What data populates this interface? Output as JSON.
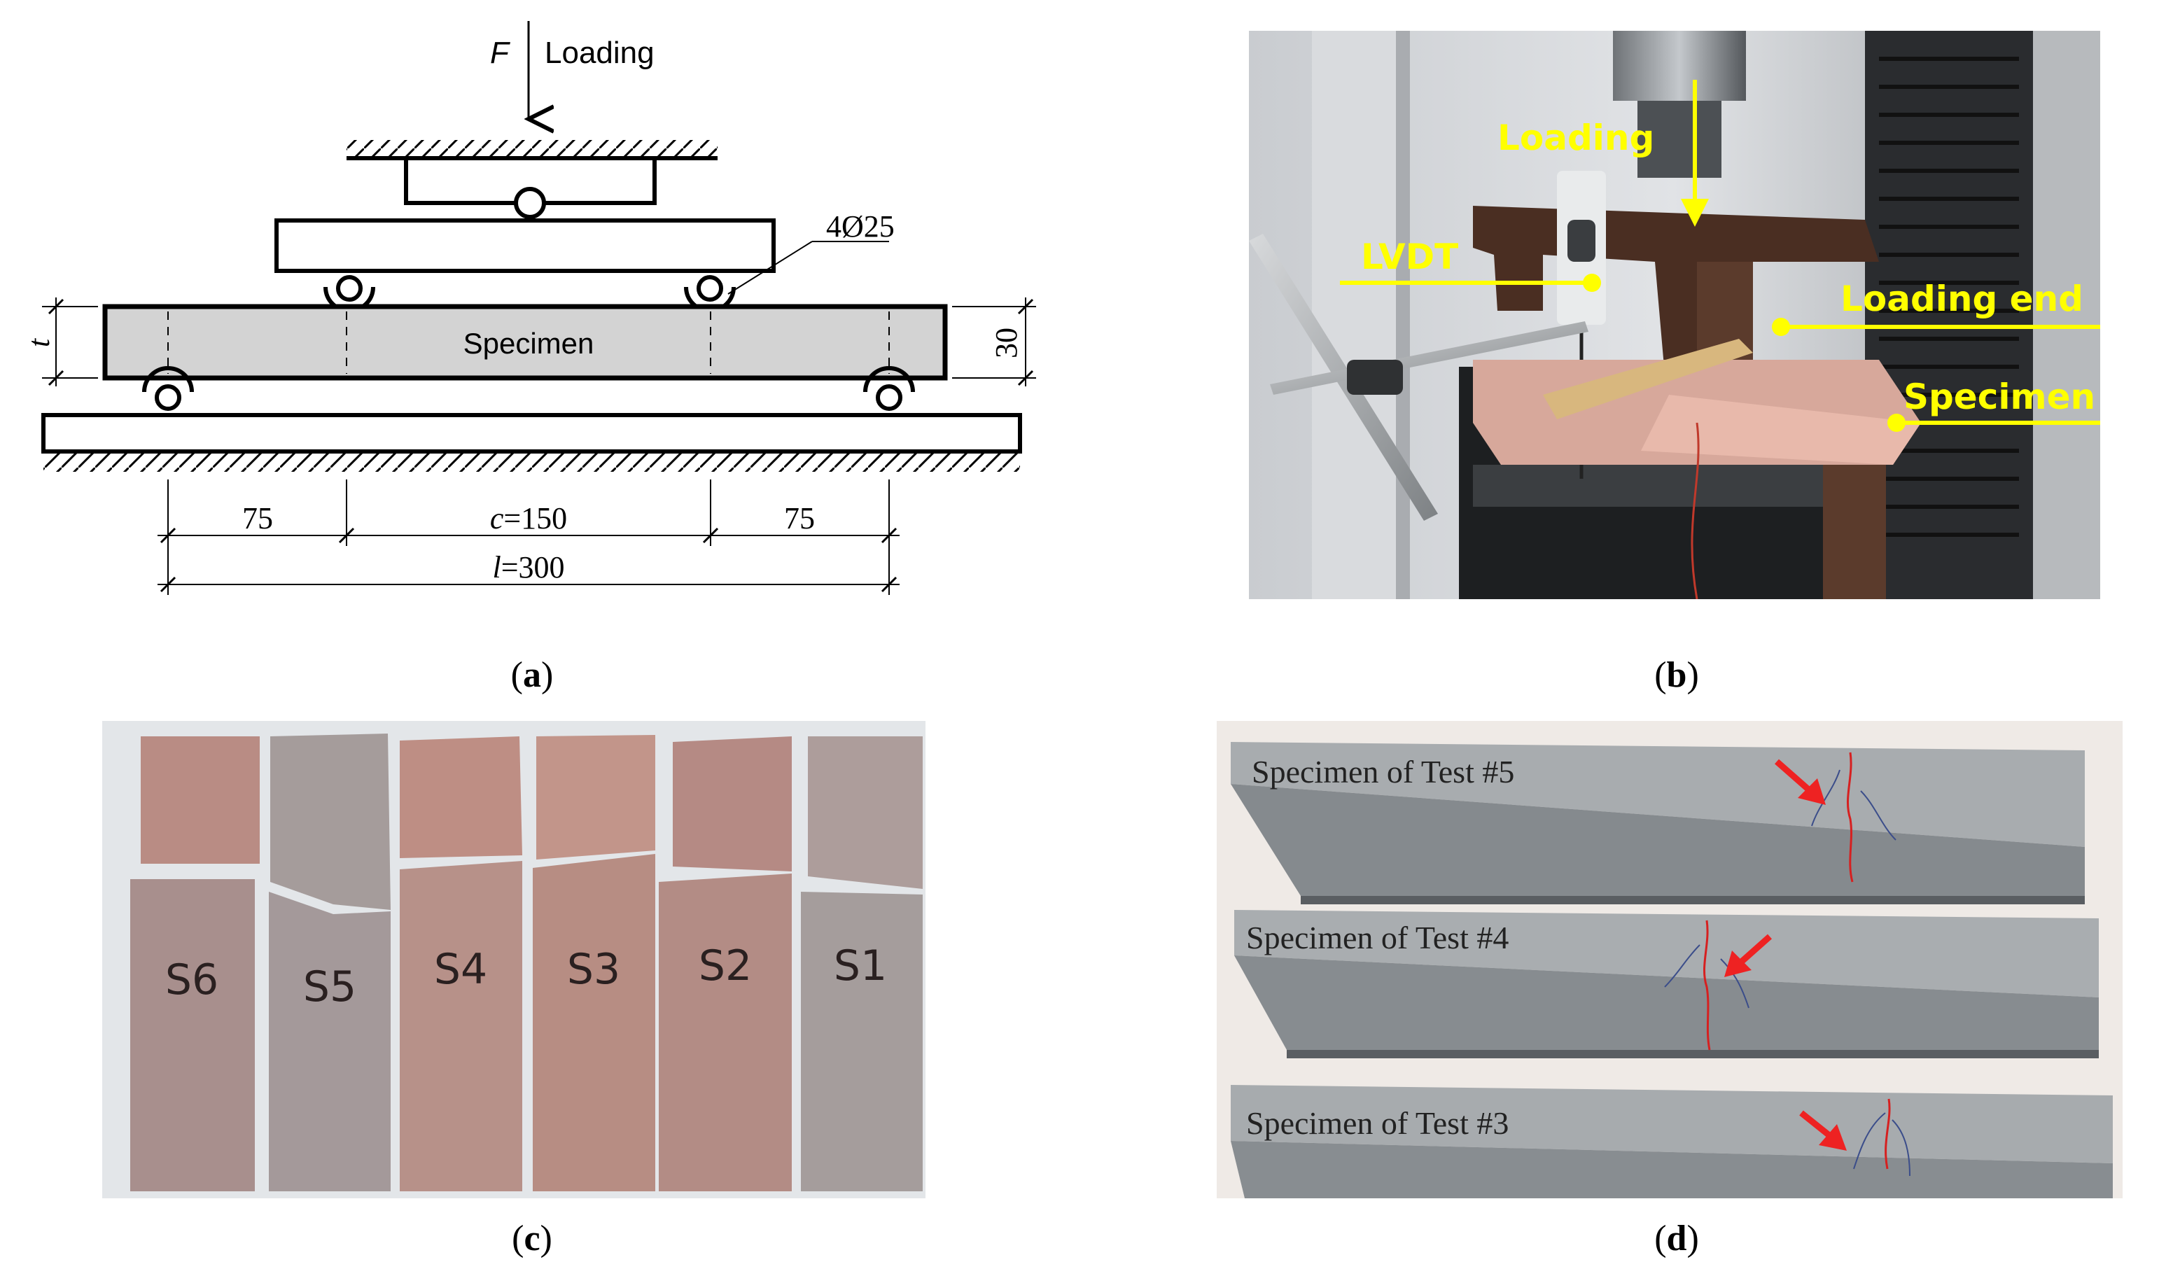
{
  "panel_a": {
    "force_symbol": "F",
    "loading_label": "Loading",
    "rod_label": "4Ø25",
    "specimen_label": "Specimen",
    "thickness_symbol": "t",
    "thickness_value": "30",
    "dim_left": "75",
    "dim_center_symbol": "c",
    "dim_center_value": "=150",
    "dim_right": "75",
    "span_symbol": "l",
    "span_value": "=300"
  },
  "panel_b": {
    "loading_label": "Loading",
    "lvdt_label": "LVDT",
    "loading_end_label": "Loading end",
    "specimen_label": "Specimen",
    "annotation_color": "#ffff00"
  },
  "panel_c": {
    "brick_labels": [
      "S6",
      "S5",
      "S4",
      "S3",
      "S2",
      "S1"
    ]
  },
  "panel_d": {
    "specimen_labels": [
      "Specimen of Test #5",
      "Specimen of Test #4",
      "Specimen of Test #3"
    ],
    "arrow_color": "#ee2222"
  },
  "captions": {
    "a": "a",
    "b": "b",
    "c": "c",
    "d": "d"
  }
}
